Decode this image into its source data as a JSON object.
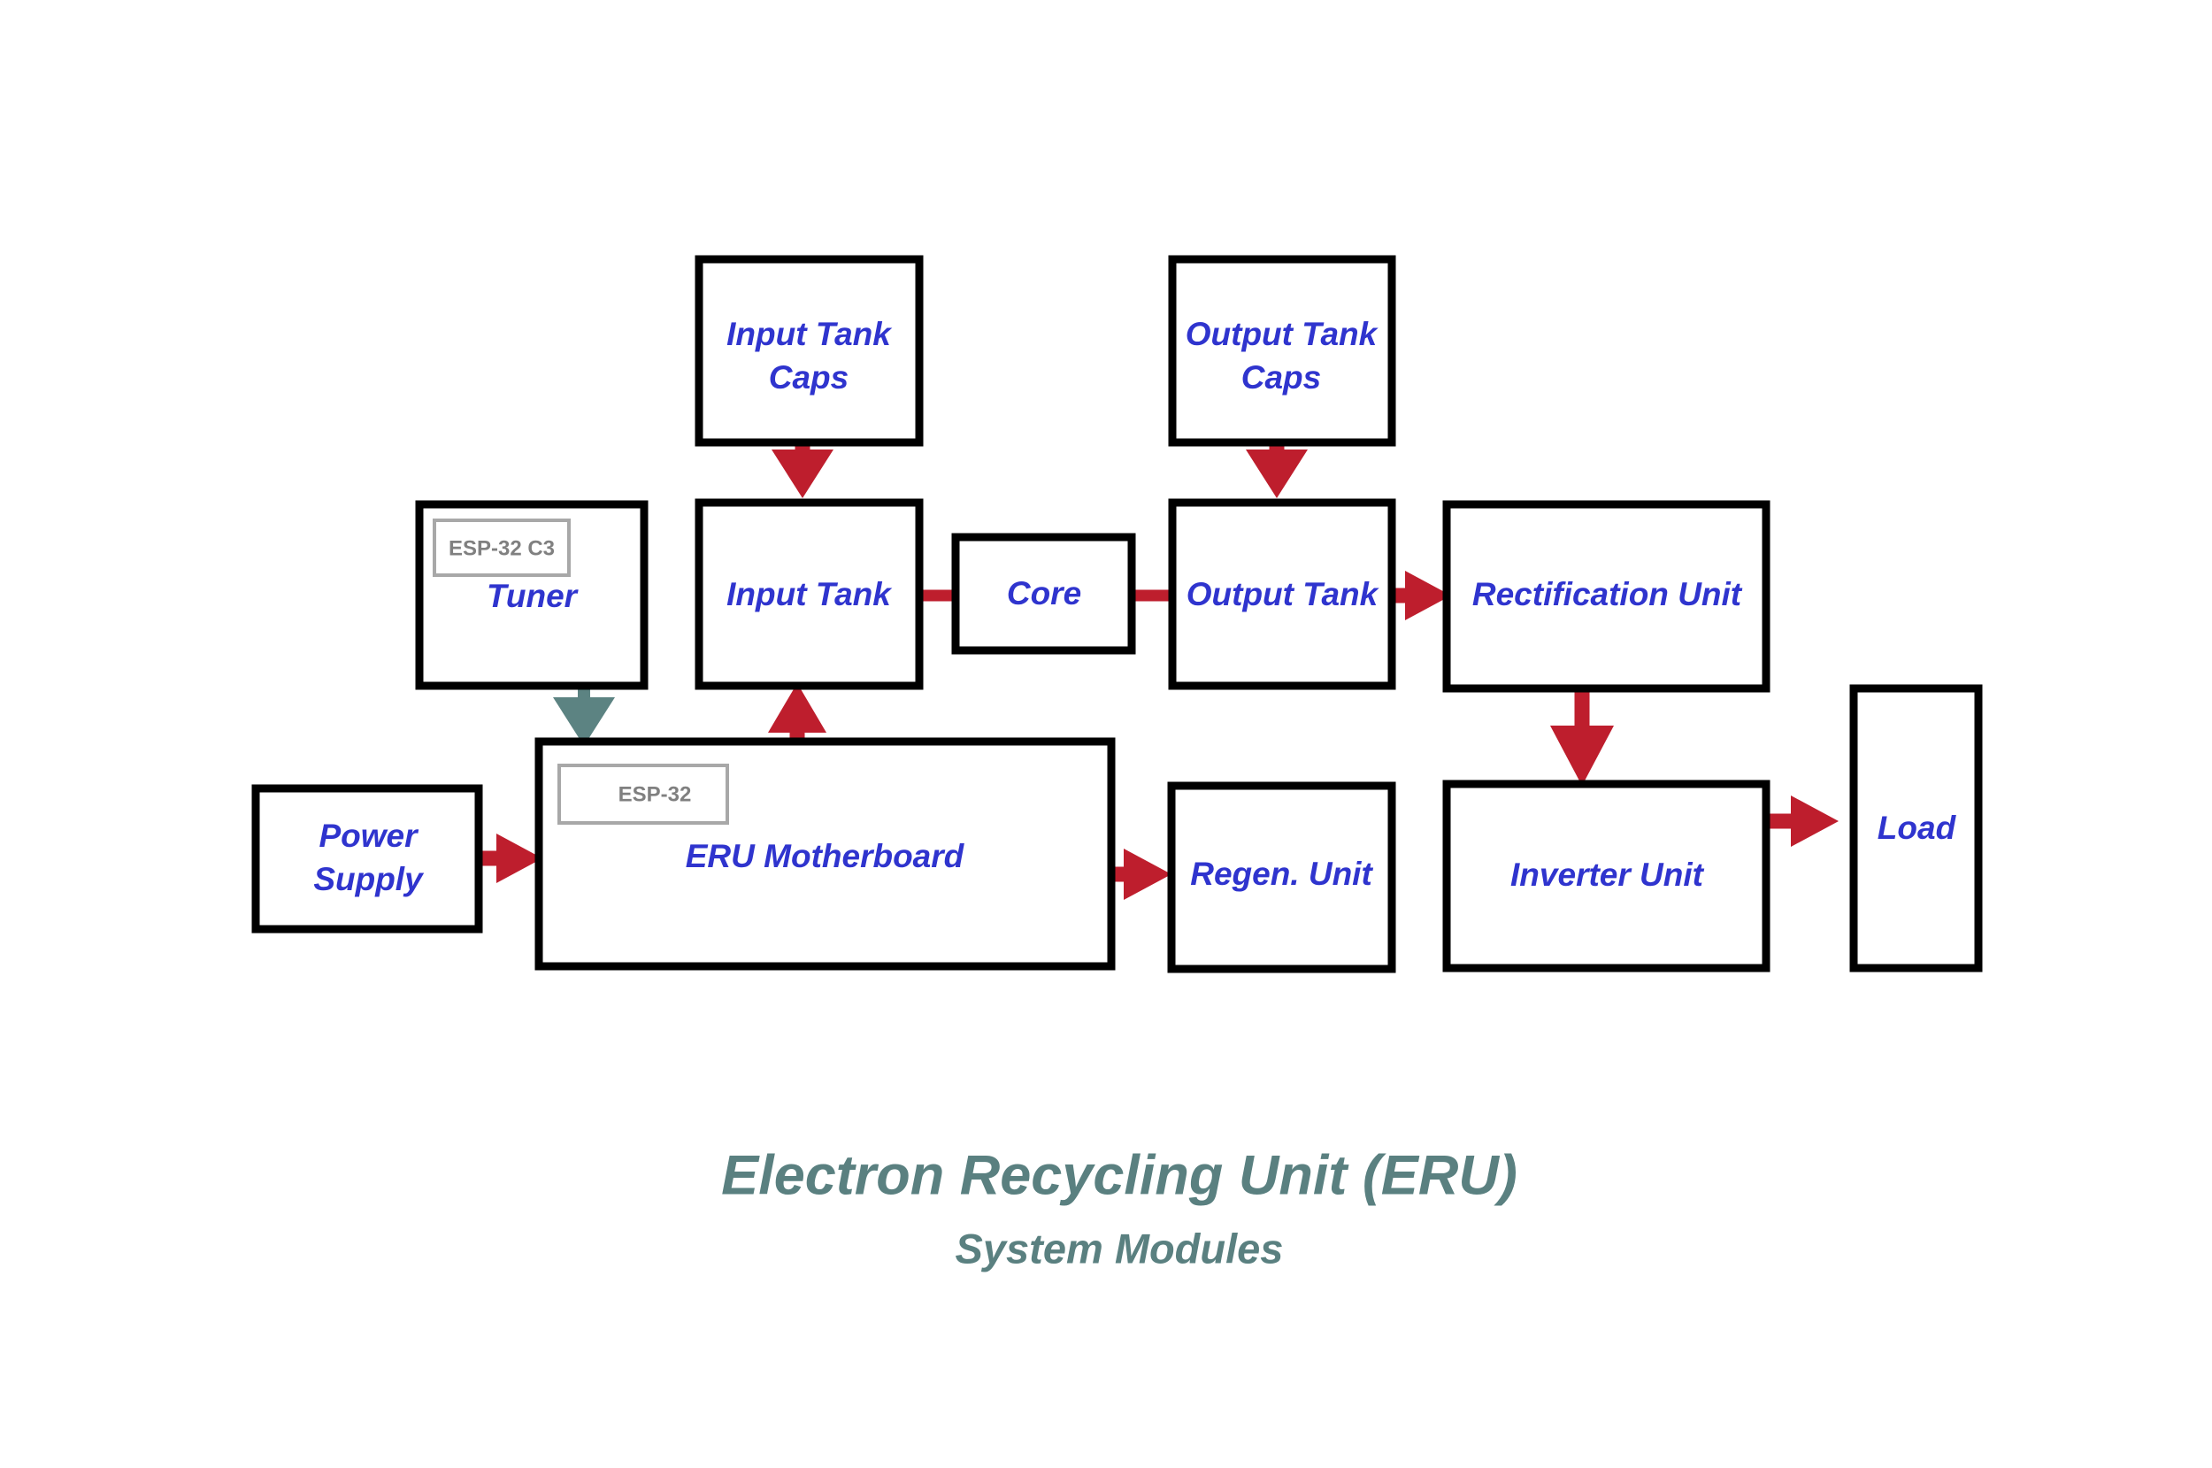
{
  "diagram": {
    "type": "block-diagram",
    "title": "Electron Recycling Unit (ERU)",
    "subtitle": "System Modules",
    "colors": {
      "node_border": "#000000",
      "node_fill": "#ffffff",
      "node_label": "#2F34CE",
      "chip_label": "#808080",
      "chip_border": "#A8A8A8",
      "edge_power": "#BE1E2D",
      "edge_control": "#5C8382",
      "title": "#5A8080",
      "background": "#ffffff"
    },
    "nodes": [
      {
        "id": "input_tank_caps",
        "label": "Input Tank Caps",
        "line1": "Input Tank",
        "line2": "Caps"
      },
      {
        "id": "output_tank_caps",
        "label": "Output Tank Caps",
        "line1": "Output Tank",
        "line2": "Caps"
      },
      {
        "id": "tuner",
        "label": "Tuner",
        "chip": "ESP-32 C3"
      },
      {
        "id": "input_tank",
        "label": "Input Tank"
      },
      {
        "id": "core",
        "label": "Core"
      },
      {
        "id": "output_tank",
        "label": "Output Tank"
      },
      {
        "id": "rectification_unit",
        "label": "Rectification Unit"
      },
      {
        "id": "power_supply",
        "label": "Power Supply",
        "line1": "Power",
        "line2": "Supply"
      },
      {
        "id": "eru_motherboard",
        "label": "ERU Motherboard",
        "chip": "ESP-32"
      },
      {
        "id": "regen_unit",
        "label": "Regen. Unit"
      },
      {
        "id": "inverter_unit",
        "label": "Inverter Unit"
      },
      {
        "id": "load",
        "label": "Load"
      }
    ],
    "edges": [
      {
        "from": "input_tank_caps",
        "to": "input_tank",
        "style": "power",
        "arrow": "end"
      },
      {
        "from": "output_tank_caps",
        "to": "output_tank",
        "style": "power",
        "arrow": "end"
      },
      {
        "from": "tuner",
        "to": "eru_motherboard",
        "style": "control",
        "arrow": "end"
      },
      {
        "from": "input_tank",
        "to": "core",
        "style": "power",
        "arrow": "none"
      },
      {
        "from": "core",
        "to": "output_tank",
        "style": "power",
        "arrow": "none"
      },
      {
        "from": "output_tank",
        "to": "rectification_unit",
        "style": "power",
        "arrow": "end"
      },
      {
        "from": "rectification_unit",
        "to": "inverter_unit",
        "style": "power",
        "arrow": "end"
      },
      {
        "from": "inverter_unit",
        "to": "load",
        "style": "power",
        "arrow": "end"
      },
      {
        "from": "power_supply",
        "to": "eru_motherboard",
        "style": "power",
        "arrow": "end"
      },
      {
        "from": "eru_motherboard",
        "to": "regen_unit",
        "style": "power",
        "arrow": "end"
      },
      {
        "from": "eru_motherboard",
        "to": "input_tank",
        "style": "power",
        "arrow": "end"
      }
    ]
  }
}
